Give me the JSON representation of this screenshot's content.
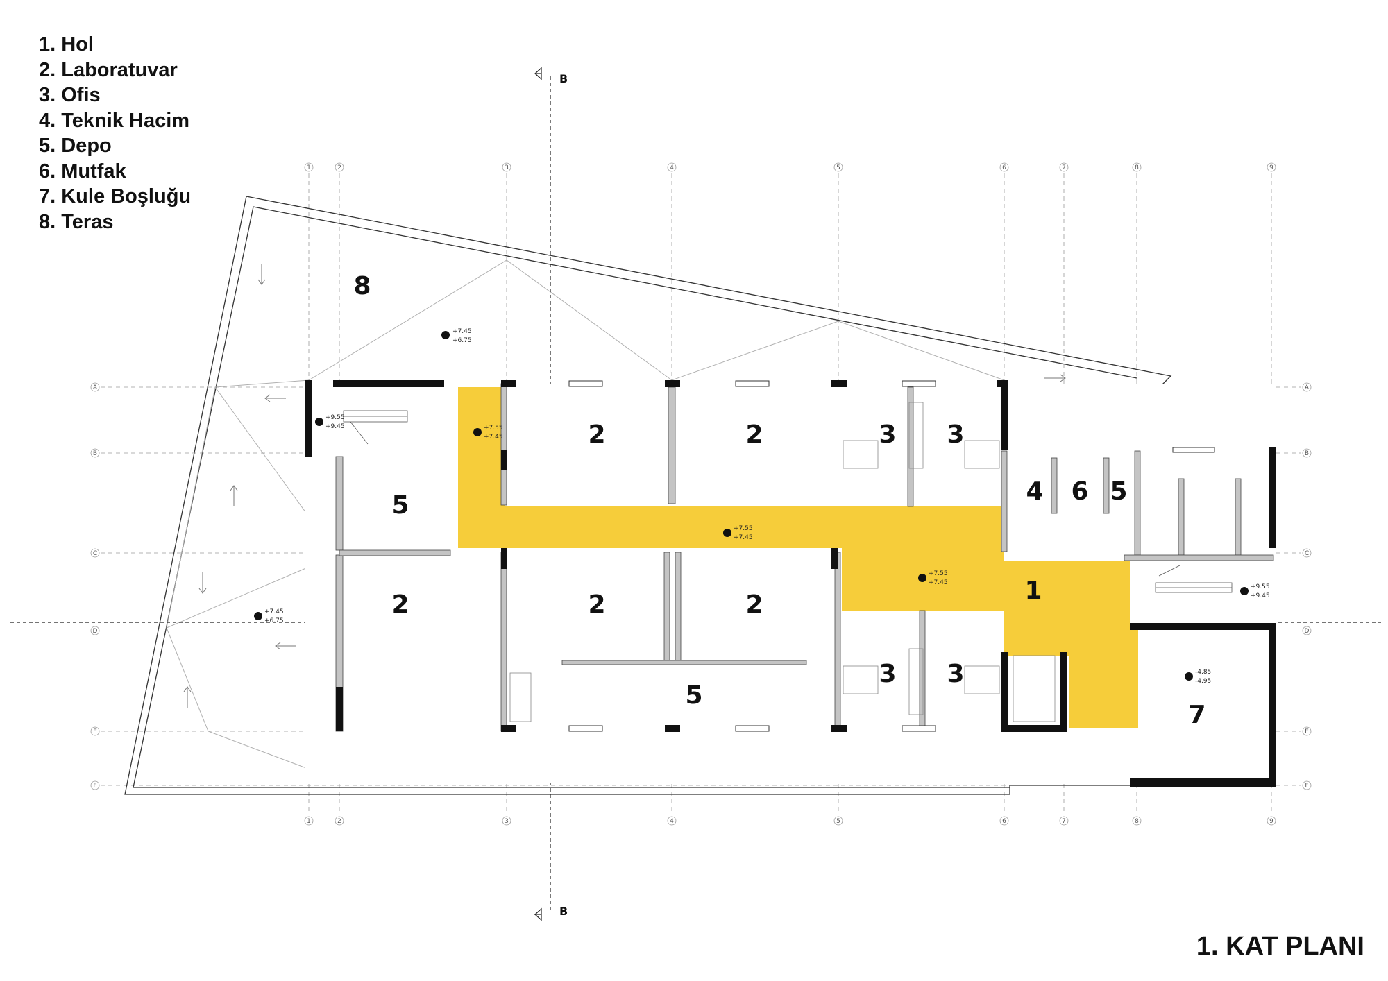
{
  "legend": [
    "1. Hol",
    "2. Laboratuvar",
    "3. Ofis",
    "4. Teknik Hacim",
    "5. Depo",
    "6. Mutfak",
    "7. Kule Boşluğu",
    "8. Teras"
  ],
  "plan_title": "1. KAT PLANI",
  "section_label": "B",
  "grid_columns": [
    "1",
    "2",
    "3",
    "4",
    "5",
    "6",
    "7",
    "8",
    "9"
  ],
  "grid_rows": [
    "A",
    "B",
    "C",
    "D",
    "E",
    "F"
  ],
  "room_numbers": [
    "8",
    "2",
    "2",
    "3",
    "3",
    "5",
    "4",
    "6",
    "5",
    "1",
    "2",
    "2",
    "2",
    "3",
    "3",
    "5",
    "7"
  ],
  "levels": [
    {
      "top": "+7.45",
      "bottom": "+6.75"
    },
    {
      "top": "+9.55",
      "bottom": "+9.45"
    },
    {
      "top": "+7.55",
      "bottom": "+7.45"
    },
    {
      "top": "+7.55",
      "bottom": "+7.45"
    },
    {
      "top": "+7.55",
      "bottom": "+7.45"
    },
    {
      "top": "+9.55",
      "bottom": "+9.45"
    },
    {
      "top": "+7.45",
      "bottom": "+6.75"
    },
    {
      "top": "-4.85",
      "bottom": "-4.95"
    }
  ],
  "colors": {
    "hall": "#f6cd3a",
    "wall": "#111111",
    "partition": "#bdbdbd",
    "grid": "#9a9a9a"
  }
}
